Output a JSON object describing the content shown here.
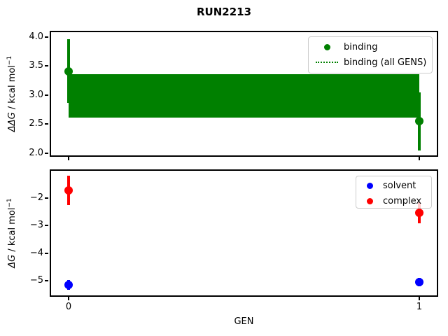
{
  "figure": {
    "title": "RUN2213",
    "background": "#ffffff",
    "frame_color": "#000000"
  },
  "chart_data": [
    {
      "type": "scatter",
      "panel": "top",
      "ylabel": {
        "math": "ΔΔG",
        "rest": " / kcal mol",
        "sup": "−1"
      },
      "xlabel": "",
      "xlim": [
        -0.05,
        1.05
      ],
      "ylim": [
        1.96,
        4.08
      ],
      "grid": false,
      "xticks": [
        {
          "v": 0,
          "label": ""
        },
        {
          "v": 1,
          "label": ""
        }
      ],
      "yticks": [
        {
          "v": 4.0,
          "label": "4.0"
        },
        {
          "v": 3.5,
          "label": "3.5"
        },
        {
          "v": 3.0,
          "label": "3.0"
        },
        {
          "v": 2.5,
          "label": "2.5"
        },
        {
          "v": 2.0,
          "label": "2.0"
        }
      ],
      "legend": {
        "position": "upper right",
        "entries": [
          {
            "label": "binding",
            "marker": "dot",
            "color": "#008000"
          },
          {
            "label": "binding (all GENS)",
            "marker": "dotted-line",
            "color": "#008000"
          }
        ]
      },
      "band": {
        "name": "binding (all GENS)",
        "x": [
          0,
          1
        ],
        "lo": 2.61,
        "hi": 3.36,
        "center": 2.98,
        "color": "#008000"
      },
      "series": [
        {
          "name": "binding",
          "color": "#008000",
          "x": [
            0,
            1
          ],
          "y": [
            3.41,
            2.55
          ],
          "yerr": [
            0.55,
            0.5
          ]
        }
      ]
    },
    {
      "type": "scatter",
      "panel": "bottom",
      "ylabel": {
        "math": "ΔG",
        "rest": " / kcal mol",
        "sup": "−1"
      },
      "xlabel": "GEN",
      "xlim": [
        -0.05,
        1.05
      ],
      "ylim": [
        -5.53,
        -1.02
      ],
      "grid": false,
      "xticks": [
        {
          "v": 0,
          "label": "0"
        },
        {
          "v": 1,
          "label": "1"
        }
      ],
      "yticks": [
        {
          "v": -2,
          "label": "−2"
        },
        {
          "v": -3,
          "label": "−3"
        },
        {
          "v": -4,
          "label": "−4"
        },
        {
          "v": -5,
          "label": "−5"
        }
      ],
      "legend": {
        "position": "upper right",
        "entries": [
          {
            "label": "solvent",
            "marker": "dot",
            "color": "#0000ff"
          },
          {
            "label": "complex",
            "marker": "dot",
            "color": "#ff0000"
          }
        ]
      },
      "series": [
        {
          "name": "solvent",
          "color": "#0000ff",
          "x": [
            0,
            1
          ],
          "y": [
            -5.15,
            -5.05
          ],
          "yerr": [
            0.18,
            0.15
          ]
        },
        {
          "name": "complex",
          "color": "#ff0000",
          "x": [
            0,
            1
          ],
          "y": [
            -1.73,
            -2.53
          ],
          "yerr": [
            0.52,
            0.38
          ]
        }
      ]
    }
  ]
}
